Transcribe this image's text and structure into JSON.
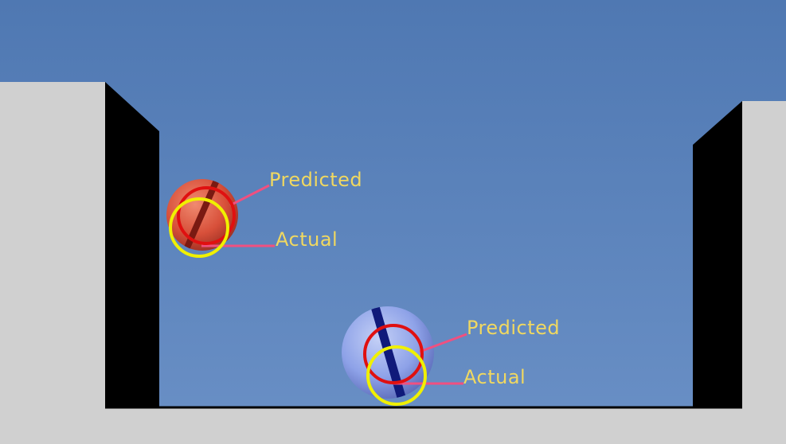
{
  "colors": {
    "sky_top": "#4f78b2",
    "sky_bottom": "#6a90c6",
    "floor": "#d0d0d0",
    "walls": "#000000",
    "predicted_marker": "#e01010",
    "actual_marker": "#f0f000",
    "leader_line": "#f05080",
    "label_text": "#f0d860",
    "red_ball": "#d8503a",
    "blue_ball": "#8ea2e8",
    "blue_ball_stripe": "#101a7a"
  },
  "annotations": {
    "red_ball": {
      "predicted": "Predicted",
      "actual": "Actual"
    },
    "blue_ball": {
      "predicted": "Predicted",
      "actual": "Actual"
    }
  }
}
